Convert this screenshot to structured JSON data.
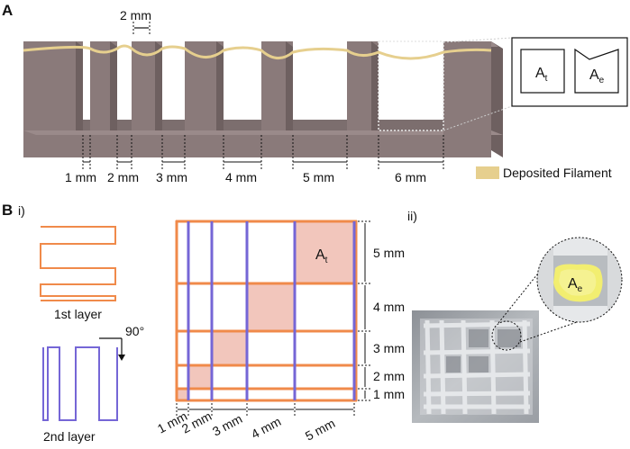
{
  "panel_a": {
    "label": "A",
    "top_dimension": "2 mm",
    "gap_labels": [
      "1 mm",
      "2 mm",
      "3 mm",
      "4 mm",
      "5 mm",
      "6 mm"
    ],
    "inset_theoretical": {
      "symbol": "A",
      "subscript": "t"
    },
    "inset_experimental": {
      "symbol": "A",
      "subscript": "e"
    },
    "legend_label": "Deposited Filament"
  },
  "panel_b": {
    "label": "B",
    "sub_i": "i)",
    "sub_ii": "ii)",
    "layer1_label": "1st layer",
    "layer2_label": "2nd layer",
    "rotation_label": "90°",
    "grid_area": {
      "symbol": "A",
      "subscript": "t"
    },
    "bottom_labels": [
      "1 mm",
      "2 mm",
      "3 mm",
      "4 mm",
      "5 mm"
    ],
    "right_labels": [
      "5 mm",
      "4 mm",
      "3 mm",
      "2 mm",
      "1 mm"
    ],
    "photo_area": {
      "symbol": "A",
      "subscript": "e"
    }
  },
  "colors": {
    "block": "#8a7a7a",
    "block_top": "#9a8a8a",
    "filament": "#e6cf8e",
    "orange_line": "#f08a4a",
    "blue_line": "#7566d6",
    "fill_pink": "#f2c6bc",
    "sample_yellow": "#f2ee70"
  }
}
